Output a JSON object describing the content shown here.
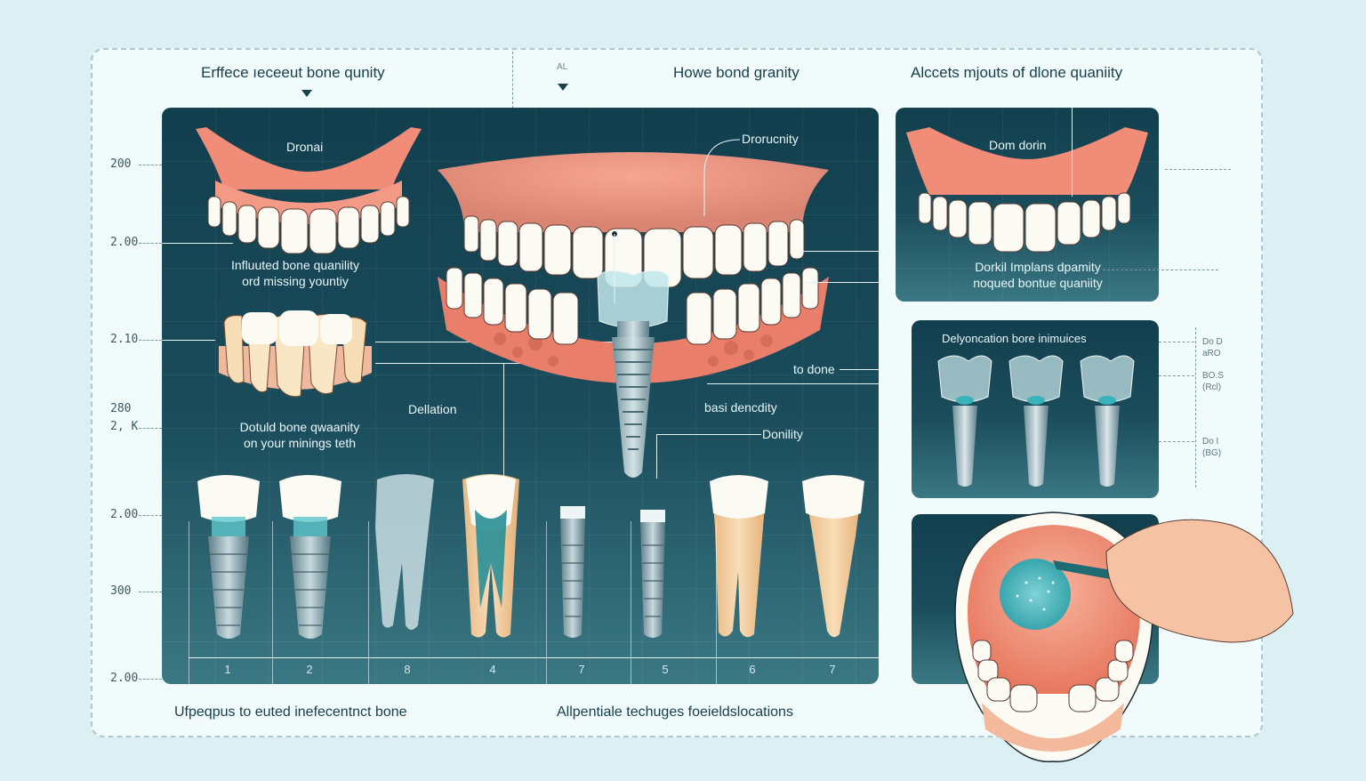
{
  "headings": {
    "left": "Erffece ıeceeut bone qunity",
    "small_marker": "AL",
    "center": "Howe bond granity",
    "right": "Alccets mjouts of dlone quaniity"
  },
  "axis_ticks": [
    "200",
    "2.00",
    "2.10",
    "280",
    "2, K",
    "2.00",
    "300",
    "2.00"
  ],
  "main_panel": {
    "upper_arch_label": "Dronai",
    "left_caption_1": "Influuted bone quanility",
    "left_caption_2": "ord missing yountiy",
    "lower_caption_1": "Dotuld bone qwaanity",
    "lower_caption_2": "on your minings teth",
    "center_label": "Dellation",
    "arch_label": "Drorucnity",
    "to_done": "to done",
    "bone_density": "basi dencdity",
    "density": "Donility",
    "slot_numbers": [
      "1",
      "2",
      "8",
      "4",
      "7",
      "5",
      "6",
      "7"
    ],
    "slot_types": [
      "implant",
      "implant",
      "translucent-tooth",
      "root-canal-tooth",
      "implant-post",
      "implant-post",
      "natural-tooth",
      "natural-tooth"
    ]
  },
  "right_top_panel": {
    "arch_label": "Dom dorin",
    "caption_1": "Dorkil Implans dpamity",
    "caption_2": "noqued bontue quaniity"
  },
  "right_mid_panel": {
    "title": "Delyoncation bore inimuices",
    "implant_count": 3,
    "side_notes": [
      {
        "line1": "Do D",
        "line2": "aRO"
      },
      {
        "line1": "BO.S",
        "line2": "(Rcl)"
      },
      {
        "line1": "Do I",
        "line2": "(BG)"
      }
    ]
  },
  "right_bottom_panel": {
    "illustration": "hand-with-dental-probe-on-palate"
  },
  "footer": {
    "left": "Ufpeqpus to  euted inefecentnct bone",
    "right": "Allpentiale techuges foeieldslocations"
  },
  "colors": {
    "background": "#dcf0f3",
    "sheet": "#f1fbfc",
    "panel_dark": "#123f4e",
    "panel_light": "#3b7884",
    "gum": "#f08c78",
    "tooth": "#fbfaf3",
    "root": "#f3c99a",
    "implant": "#9fb6bd",
    "accent_teal": "#38b3b8",
    "text_dark": "#173f4c"
  }
}
